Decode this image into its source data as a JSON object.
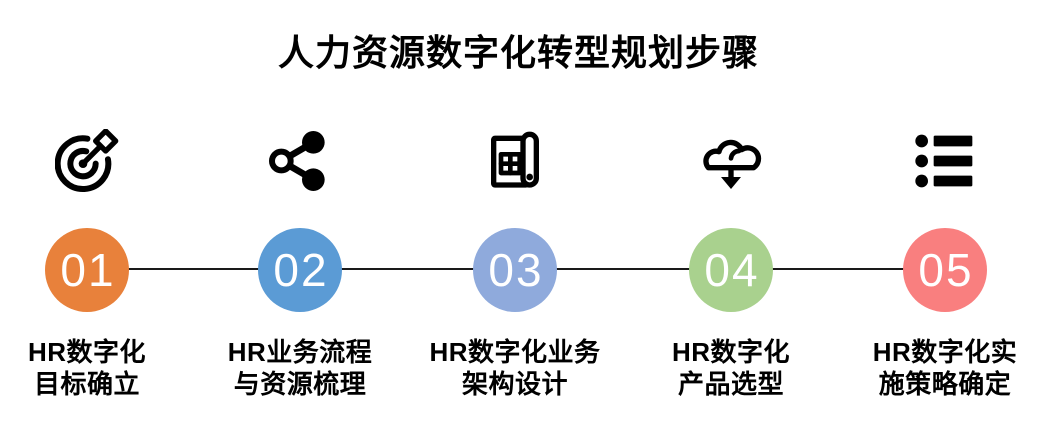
{
  "title": "人力资源数字化转型规划步骤",
  "connector": {
    "color": "#1a1a1a"
  },
  "icon_color": "#000000",
  "steps": [
    {
      "number": "01",
      "circle_color": "#E8813B",
      "icon": "goal-target-icon",
      "label_line1": "HR数字化",
      "label_line2": "目标确立"
    },
    {
      "number": "02",
      "circle_color": "#5B9BD5",
      "icon": "share-network-icon",
      "label_line1": "HR业务流程",
      "label_line2": "与资源梳理"
    },
    {
      "number": "03",
      "circle_color": "#8FAADC",
      "icon": "blueprint-icon",
      "label_line1": "HR数字化业务",
      "label_line2": "架构设计"
    },
    {
      "number": "04",
      "circle_color": "#A9D18E",
      "icon": "cloud-download-icon",
      "label_line1": "HR数字化",
      "label_line2": "产品选型"
    },
    {
      "number": "05",
      "circle_color": "#F97F7F",
      "icon": "list-icon",
      "label_line1": "HR数字化实",
      "label_line2": "施策略确定"
    }
  ]
}
